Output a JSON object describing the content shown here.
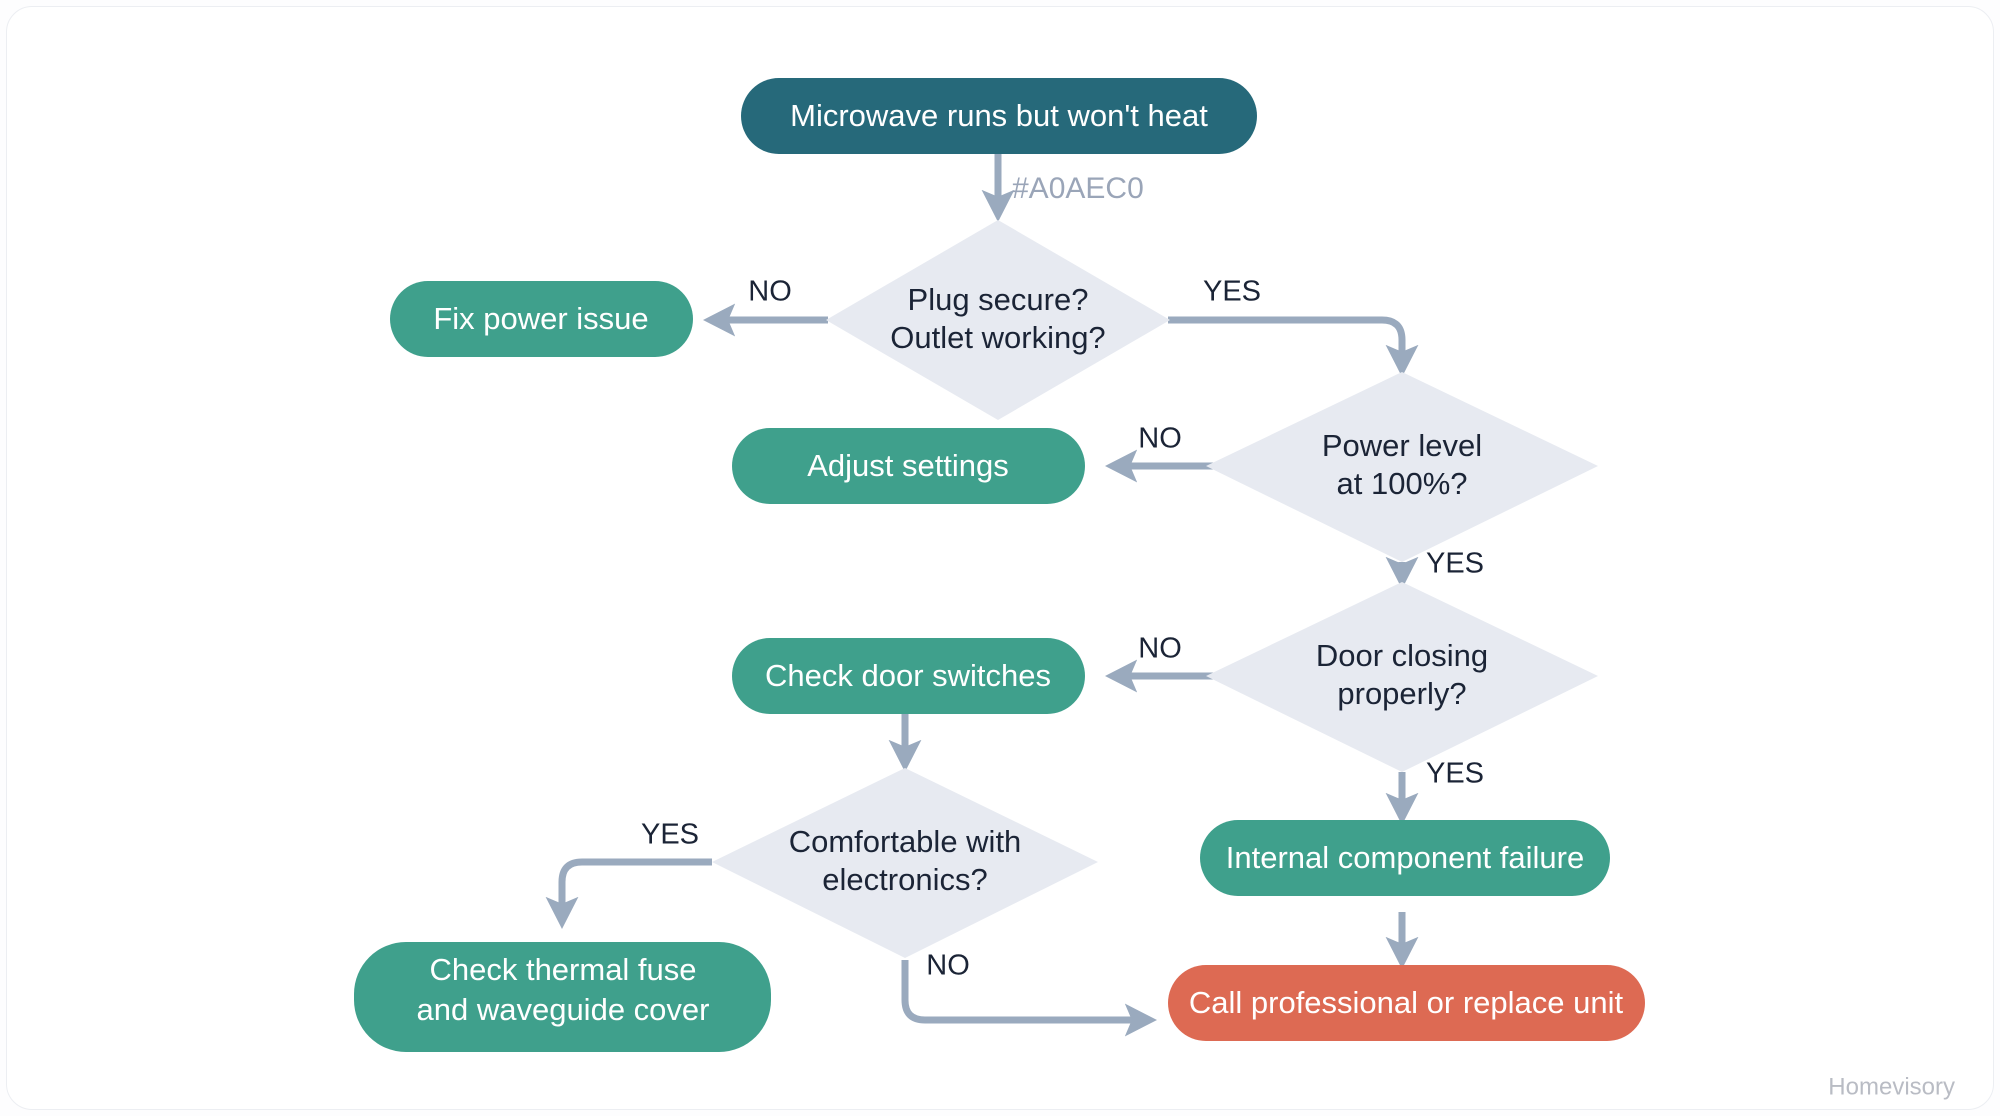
{
  "diagram": {
    "title_node": "Microwave runs but won't heat",
    "watermark": "Homevisory",
    "stray_label": "#A0AEC0",
    "colors": {
      "start_node": "#26697A",
      "action_node": "#3FA08C",
      "decision_node": "#E7EAF1",
      "terminal_node": "#DD6A53",
      "edge": "#9AAABE",
      "decision_text": "#1B2436",
      "node_text": "#FFFFFF",
      "background": "#FFFFFF",
      "watermark_text": "#B9BCC4"
    },
    "nodes": [
      {
        "id": "start",
        "type": "start",
        "label": "Microwave runs but won't heat"
      },
      {
        "id": "d1",
        "type": "decision",
        "label_line1": "Plug secure?",
        "label_line2": "Outlet working?"
      },
      {
        "id": "fix_power",
        "type": "action",
        "label": "Fix power issue"
      },
      {
        "id": "d2",
        "type": "decision",
        "label_line1": "Power level",
        "label_line2": "at 100%?"
      },
      {
        "id": "adjust",
        "type": "action",
        "label": "Adjust settings"
      },
      {
        "id": "d3",
        "type": "decision",
        "label_line1": "Door closing",
        "label_line2": "properly?"
      },
      {
        "id": "doorsw",
        "type": "action",
        "label": "Check door switches"
      },
      {
        "id": "d4",
        "type": "decision",
        "label_line1": "Comfortable with",
        "label_line2": "electronics?"
      },
      {
        "id": "thermal",
        "type": "action",
        "label_line1": "Check thermal fuse",
        "label_line2": "and waveguide cover"
      },
      {
        "id": "internal",
        "type": "action",
        "label": "Internal component failure"
      },
      {
        "id": "call",
        "type": "terminal",
        "label": "Call professional or replace unit"
      }
    ],
    "edges": [
      {
        "from": "start",
        "to": "d1",
        "label": ""
      },
      {
        "from": "d1",
        "to": "fix_power",
        "label": "NO"
      },
      {
        "from": "d1",
        "to": "d2",
        "label": "YES"
      },
      {
        "from": "d2",
        "to": "adjust",
        "label": "NO"
      },
      {
        "from": "d2",
        "to": "d3",
        "label": "YES"
      },
      {
        "from": "d3",
        "to": "doorsw",
        "label": "NO"
      },
      {
        "from": "d3",
        "to": "internal",
        "label": "YES"
      },
      {
        "from": "doorsw",
        "to": "d4",
        "label": ""
      },
      {
        "from": "d4",
        "to": "thermal",
        "label": "YES"
      },
      {
        "from": "d4",
        "to": "call",
        "label": "NO"
      },
      {
        "from": "internal",
        "to": "call",
        "label": ""
      }
    ]
  }
}
